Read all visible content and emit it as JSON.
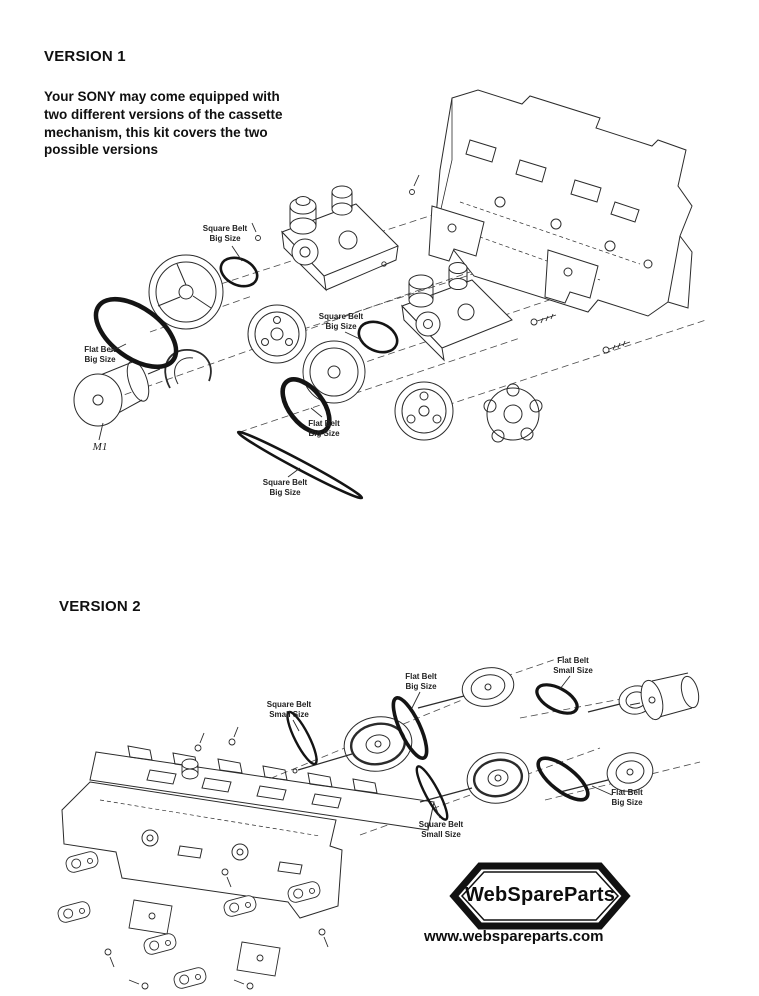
{
  "page": {
    "background": "#ffffff",
    "ink": "#242424"
  },
  "version1": {
    "title": "VERSION 1",
    "description": "Your SONY may come equipped with\ntwo different versions of the cassette\nmechanism, this kit covers the two\npossible versions",
    "labels": [
      "Square Belt\nBig Size",
      "Flat Belt\nBig Size",
      "M1",
      "Square Belt\nBig Size",
      "Flat Belt\nBig Size",
      "Square Belt\nBig Size"
    ]
  },
  "version2": {
    "title": "VERSION 2",
    "labels": [
      "Square Belt\nSmall Size",
      "Flat Belt\nBig Size",
      "Flat Belt\nSmall Size",
      "Square Belt\nSmall Size",
      "Flat Belt\nBig Size"
    ]
  },
  "footer": {
    "brand": "WebSpareParts",
    "website": "www.webspareparts.com"
  }
}
